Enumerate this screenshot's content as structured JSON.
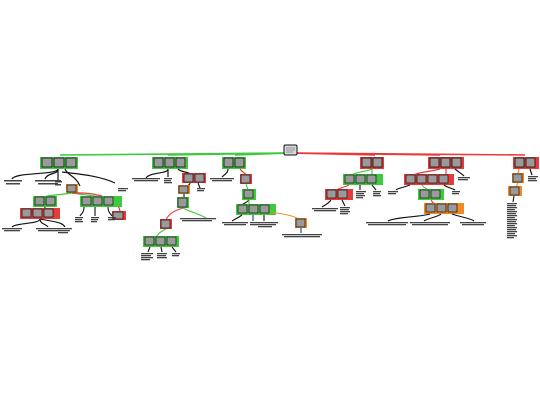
{
  "diagram": {
    "kind": "argument-map",
    "colors": {
      "support": "#3ec93e",
      "oppose": "#e83a3a",
      "rebut": "#f08a24",
      "neutral": "#111111",
      "link": "#1a3a7a",
      "box_fill": "#9a9a9a",
      "box_border": "#111111",
      "note_text": "#333333"
    },
    "nodes": [
      {
        "id": "root",
        "text": ""
      },
      {
        "id": "p1",
        "text": "",
        "stance": "support"
      },
      {
        "id": "p2",
        "text": "",
        "stance": "support"
      },
      {
        "id": "p3",
        "text": "",
        "stance": "support"
      },
      {
        "id": "o1",
        "text": "",
        "stance": "oppose"
      },
      {
        "id": "o2",
        "text": "",
        "stance": "oppose"
      },
      {
        "id": "o3",
        "text": "",
        "stance": "oppose"
      }
    ],
    "caption": ""
  }
}
